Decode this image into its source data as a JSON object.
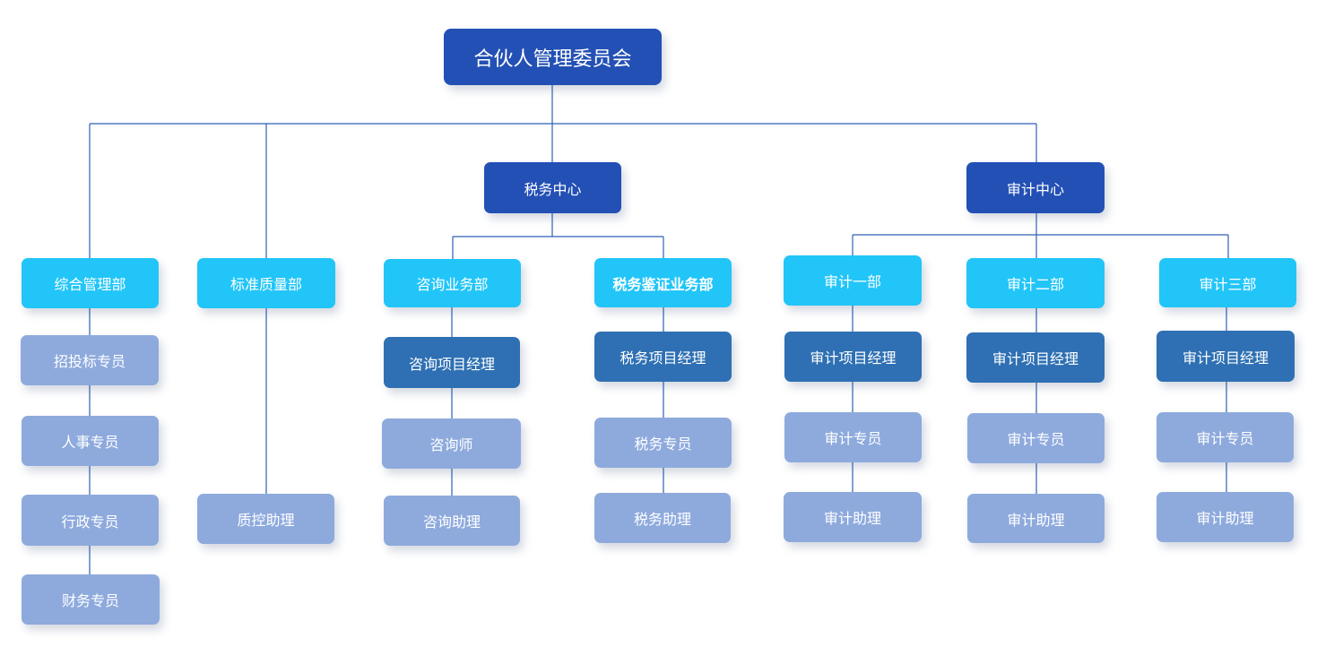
{
  "colors": {
    "top": "#2350b5",
    "center": "#2350b5",
    "department": "#22c5f8",
    "manager": "#2e70b3",
    "staff": "#8eaadd",
    "connector": "#2d62b5"
  },
  "root": "合伙人管理委员会",
  "centers": {
    "tax": "税务中心",
    "audit": "审计中心"
  },
  "departments": {
    "general": {
      "name": "综合管理部",
      "staff": [
        "招投标专员",
        "人事专员",
        "行政专员",
        "财务专员"
      ]
    },
    "quality": {
      "name": "标准质量部",
      "staff": [
        "质控助理"
      ]
    },
    "consulting": {
      "name": "咨询业务部",
      "manager": "咨询项目经理",
      "staff": [
        "咨询师",
        "咨询助理"
      ]
    },
    "tax_verify": {
      "name": "税务鉴证业务部",
      "manager": "税务项目经理",
      "staff": [
        "税务专员",
        "税务助理"
      ]
    },
    "audit1": {
      "name": "审计一部",
      "manager": "审计项目经理",
      "staff": [
        "审计专员",
        "审计助理"
      ]
    },
    "audit2": {
      "name": "审计二部",
      "manager": "审计项目经理",
      "staff": [
        "审计专员",
        "审计助理"
      ]
    },
    "audit3": {
      "name": "审计三部",
      "manager": "审计项目经理",
      "staff": [
        "审计专员",
        "审计助理"
      ]
    }
  }
}
